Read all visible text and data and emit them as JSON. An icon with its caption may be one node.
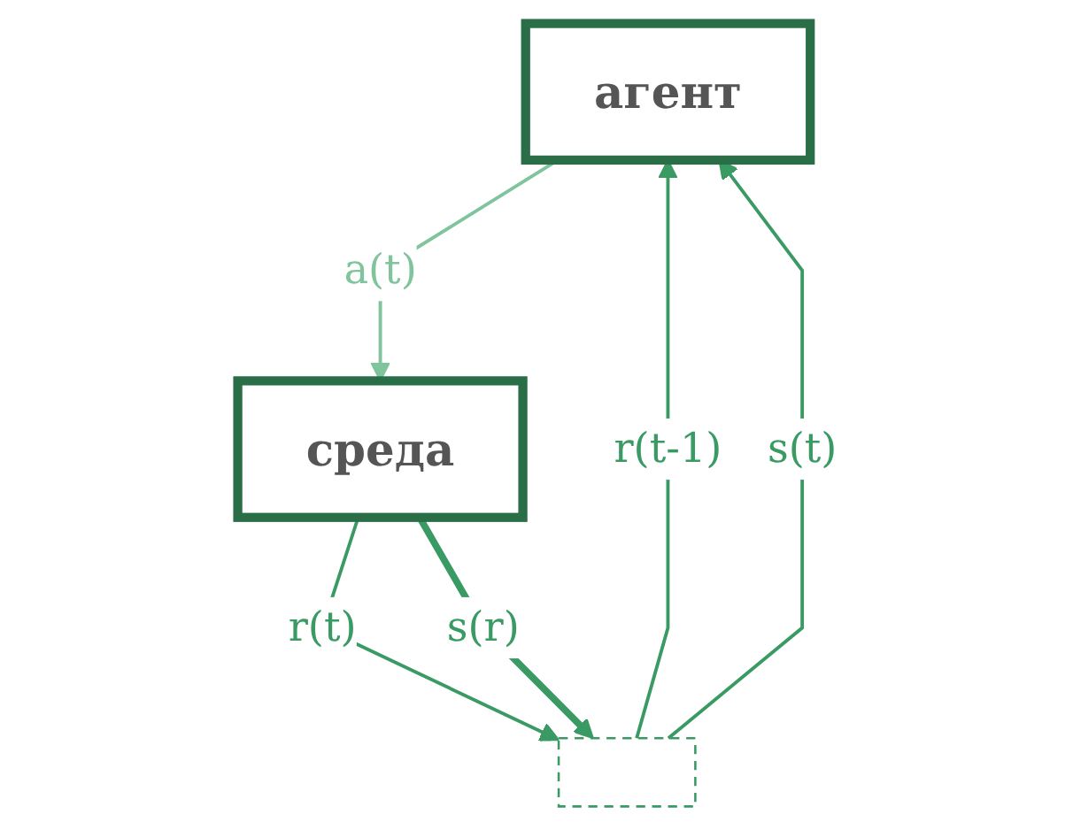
{
  "diagram": {
    "nodes": [
      {
        "text": [
          "агент"
        ]
      },
      {
        "text": [
          "среда"
        ]
      },
      {
        "text": [],
        "shape": "line"
      }
    ],
    "edges": [
      {
        "from": 0,
        "to": 1,
        "arrow": "to",
        "label": "a(t)",
        "color": "#7fc49c"
      },
      {
        "from": 1,
        "to": 2,
        "arrow": "to",
        "label": "r(t)"
      },
      {
        "from": 1,
        "to": 2,
        "arrow": "to",
        "label": "s(r)",
        "style": "thick"
      },
      {
        "from": 2,
        "to": 0,
        "arrow": "to",
        "label": "r(t-1)"
      },
      {
        "from": 2,
        "to": 0,
        "arrow": "to",
        "label": "s(t)"
      }
    ]
  }
}
